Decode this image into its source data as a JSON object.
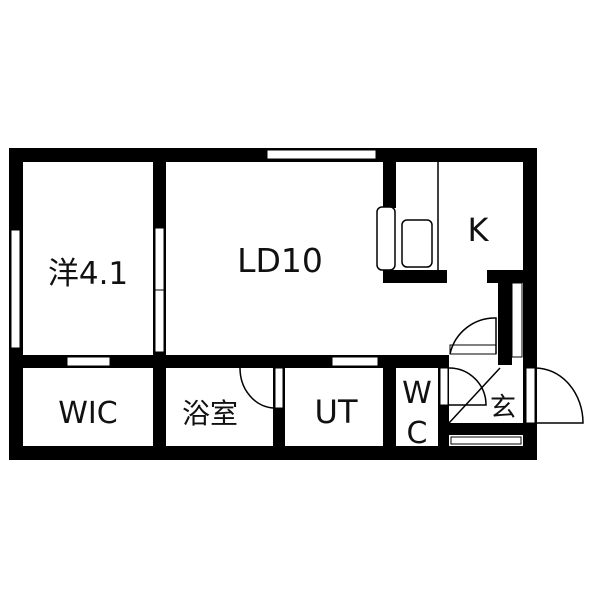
{
  "diagram": {
    "type": "floor-plan",
    "colors": {
      "wall": "#000000",
      "background": "#ffffff",
      "line": "#000000"
    },
    "rooms": [
      {
        "id": "western",
        "label": "洋4.1",
        "name": "Western-style room 4.1 jo"
      },
      {
        "id": "ld",
        "label": "LD10",
        "name": "Living Dining 10 jo"
      },
      {
        "id": "kitchen",
        "label": "K",
        "name": "Kitchen"
      },
      {
        "id": "wic",
        "label": "WIC",
        "name": "Walk-in closet"
      },
      {
        "id": "bath",
        "label": "浴室",
        "name": "Bathroom"
      },
      {
        "id": "ut",
        "label": "UT",
        "name": "Utility"
      },
      {
        "id": "wc_w",
        "label": "W"
      },
      {
        "id": "wc_c",
        "label": "C"
      },
      {
        "id": "entrance",
        "label": "玄",
        "name": "Entrance"
      }
    ]
  }
}
